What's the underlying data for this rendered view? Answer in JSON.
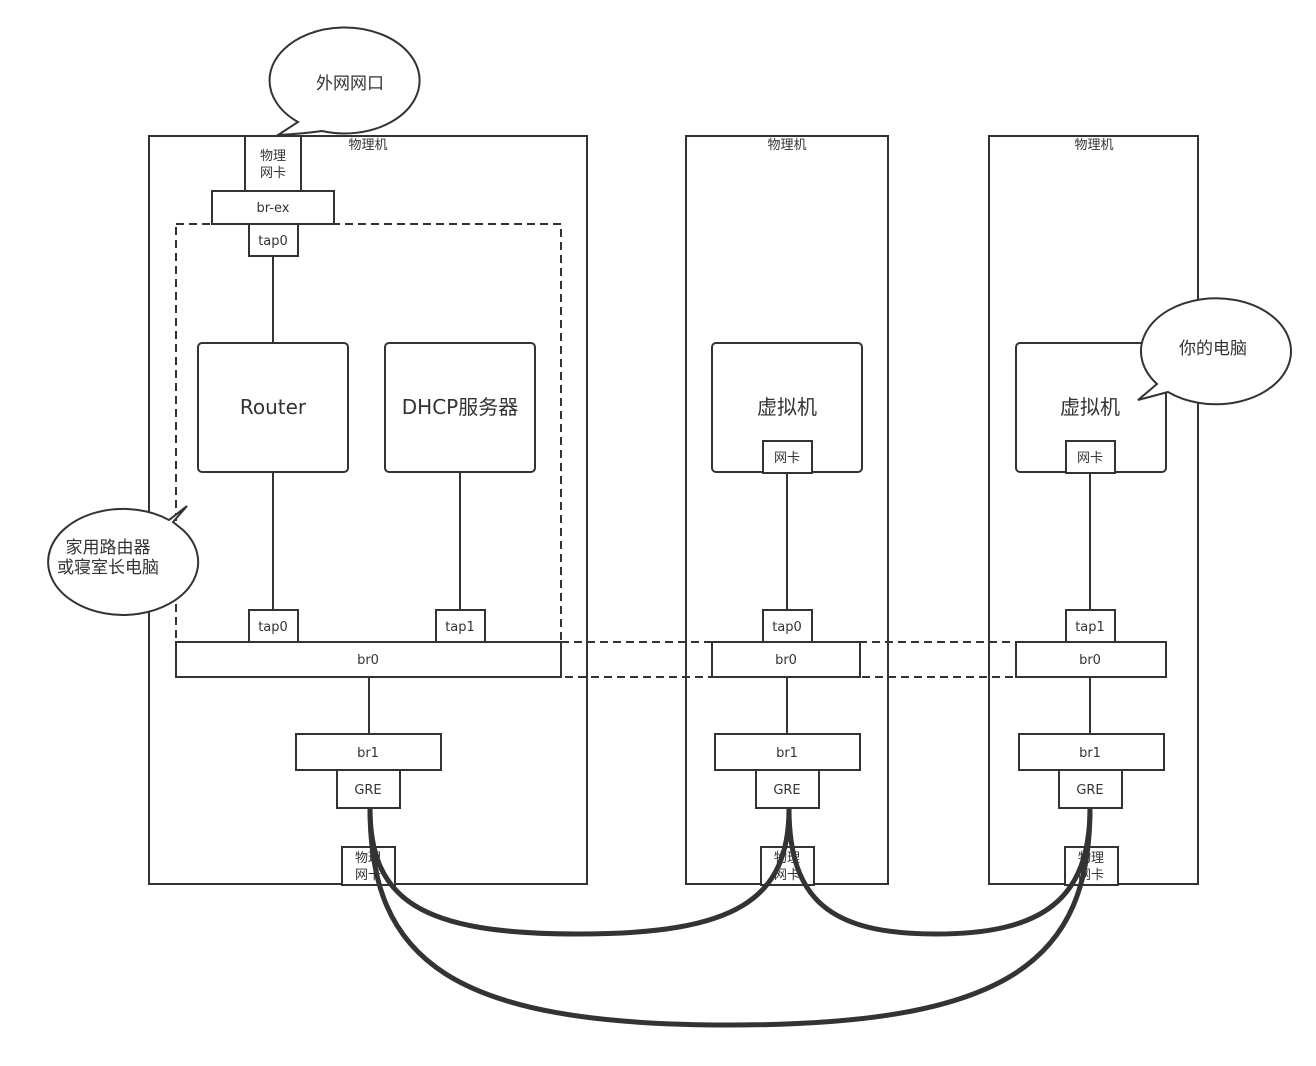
{
  "hosts": {
    "host1": {
      "title": "物理机",
      "nic_top": [
        "物理",
        "网卡"
      ],
      "nic_bottom": [
        "物理",
        "网卡"
      ]
    },
    "host2": {
      "title": "物理机",
      "nic_bottom": [
        "物理",
        "网卡"
      ]
    },
    "host3": {
      "title": "物理机",
      "nic_bottom": [
        "物理",
        "网卡"
      ]
    }
  },
  "boxes": {
    "br_ex": "br-ex",
    "tap0_top": "tap0",
    "router": "Router",
    "dhcp": "DHCP服务器",
    "tap0_router": "tap0",
    "tap1_dhcp": "tap1",
    "br0_host1": "br0",
    "br1_host1": "br1",
    "gre_host1": "GRE",
    "vm2": "虚拟机",
    "vm2_nic": "网卡",
    "tap0_host2": "tap0",
    "br0_host2": "br0",
    "br1_host2": "br1",
    "gre_host2": "GRE",
    "vm3": "虚拟机",
    "vm3_nic": "网卡",
    "tap1_host3": "tap1",
    "br0_host3": "br0",
    "br1_host3": "br1",
    "gre_host3": "GRE"
  },
  "callouts": {
    "external_port": "外网网口",
    "home_router": [
      "家用路由器",
      "或寝室长电脑"
    ],
    "your_pc": "你的电脑"
  },
  "colors": {
    "stroke": "#333333",
    "background": "#ffffff"
  }
}
